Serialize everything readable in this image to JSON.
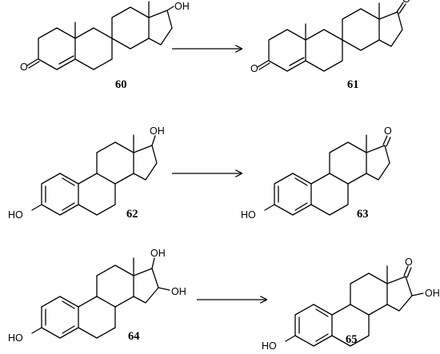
{
  "scheme": {
    "rows": [
      {
        "reactant": {
          "number": "60",
          "labels": {
            "oh17": "OH",
            "o3": "O"
          }
        },
        "product": {
          "number": "61",
          "labels": {
            "o17": "O",
            "o3": "O"
          }
        }
      },
      {
        "reactant": {
          "number": "62",
          "labels": {
            "oh17": "OH",
            "oh3": "HO"
          }
        },
        "product": {
          "number": "63",
          "labels": {
            "o17": "O",
            "oh3": "HO"
          }
        }
      },
      {
        "reactant": {
          "number": "64",
          "labels": {
            "oh17": "OH",
            "oh16": "OH",
            "oh3": "HO"
          }
        },
        "product": {
          "number": "65",
          "labels": {
            "o17": "O",
            "oh16": "OH",
            "oh3": "HO"
          }
        }
      }
    ]
  }
}
